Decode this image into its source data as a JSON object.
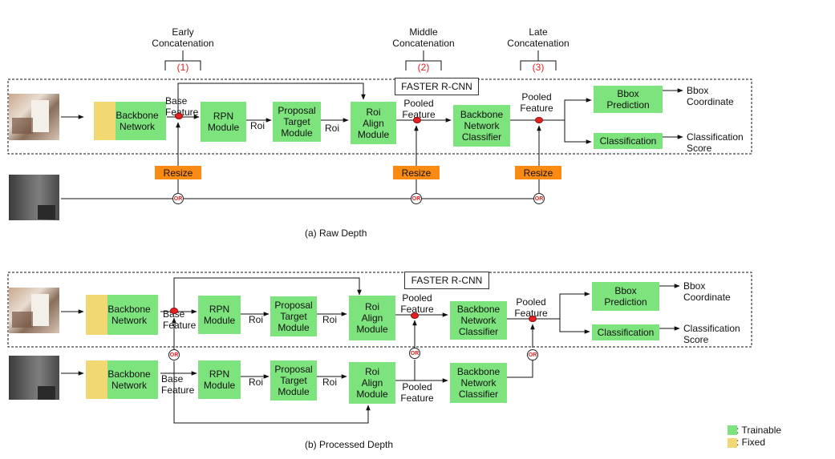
{
  "diagram_a": {
    "caption": "(a)  Raw Depth",
    "faster_rcnn_label": "FASTER R-CNN",
    "concat": [
      {
        "title": "Early\nConcatenation",
        "number": "(1)"
      },
      {
        "title": "Middle\nConcatenation",
        "number": "(2)"
      },
      {
        "title": "Late\nConcatenation",
        "number": "(3)"
      }
    ],
    "backbone": "Backbone\nNetwork",
    "base_feature": "Base\nFeature",
    "rpn": "RPN\nModule",
    "roi1": "Roi",
    "proposal": "Proposal\nTarget\nModule",
    "roi2": "Roi",
    "roi_align": "Roi\nAlign\nModule",
    "pooled1": "Pooled\nFeature",
    "backbone_classifier": "Backbone\nNetwork\nClassifier",
    "pooled2": "Pooled\nFeature",
    "bbox_prediction": "Bbox\nPrediction",
    "classification": "Classification",
    "bbox_coordinate": "Bbox\nCoordinate",
    "classification_score": "Classification\nScore",
    "resize": "Resize",
    "or": "OR"
  },
  "diagram_b": {
    "caption": "(b)  Processed Depth",
    "faster_rcnn_label": "FASTER R-CNN",
    "backbone": "Backbone\nNetwork",
    "base_feature": "Base\nFeature",
    "rpn": "RPN\nModule",
    "roi1": "Roi",
    "proposal": "Proposal\nTarget\nModule",
    "roi2": "Roi",
    "roi_align": "Roi\nAlign\nModule",
    "pooled1": "Pooled\nFeature",
    "backbone_classifier": "Backbone\nNetwork\nClassifier",
    "pooled2": "Pooled\nFeature",
    "bbox_prediction": "Bbox\nPrediction",
    "classification": "Classification",
    "bbox_coordinate": "Bbox\nCoordinate",
    "classification_score": "Classification\nScore",
    "depth_base_feature": "Base\nFeature",
    "depth_pooled_feature": "Pooled\nFeature",
    "or": "OR"
  },
  "legend": {
    "trainable": ": Trainable",
    "fixed": ": Fixed",
    "trainable_color": "#7de37d",
    "fixed_color": "#f2d872"
  },
  "colors": {
    "trainable": "#7de37d",
    "fixed": "#f2d872",
    "resize": "#f98a12",
    "concat_dot": "#e52020",
    "concat_number": "#e02020"
  }
}
